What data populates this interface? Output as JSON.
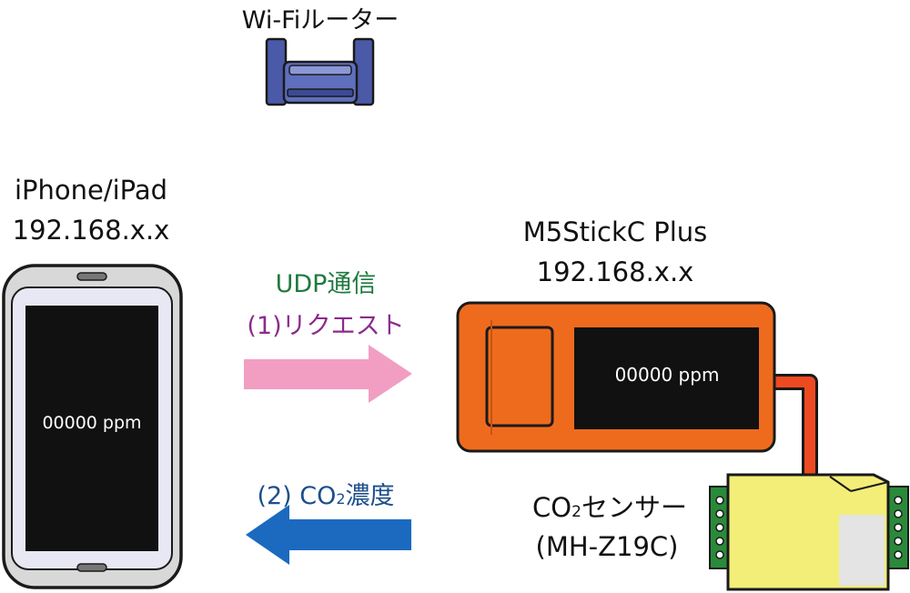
{
  "router": {
    "label": "Wi-Fiルーター"
  },
  "phone": {
    "name": "iPhone/iPad",
    "ip": "192.168.x.x",
    "screen_text": "00000 ppm"
  },
  "protocol": {
    "title": "UDP通信",
    "request": "(1)リクエスト",
    "response_prefix": "(2) CO",
    "response_sub": "2",
    "response_suffix": "濃度"
  },
  "device": {
    "name": "M5StickC Plus",
    "ip": "192.168.x.x",
    "screen_text": "00000 ppm"
  },
  "sensor": {
    "label_prefix": "CO",
    "label_sub": "2",
    "label_suffix": "センサー",
    "model": "(MH-Z19C)"
  },
  "colors": {
    "protocol_title": "#1e7a3e",
    "request": "#8b2b8b",
    "response": "#1d4e8c",
    "request_arrow": "#f19ec2",
    "response_arrow": "#1b6abf",
    "m5_body": "#ee6b1e",
    "sensor_body": "#f2ee78",
    "cable": "#ee4a22"
  }
}
